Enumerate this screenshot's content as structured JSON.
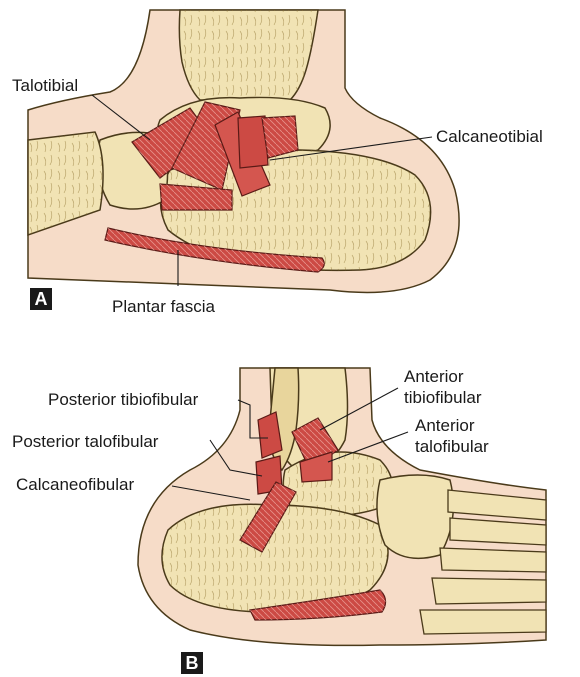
{
  "panel_a": {
    "letter": "A",
    "labels": {
      "talotibial": "Talotibial",
      "calcaneotibial": "Calcaneotibial",
      "plantar_fascia": "Plantar fascia"
    }
  },
  "panel_b": {
    "letter": "B",
    "labels": {
      "anterior_tibiofibular_1": "Anterior",
      "anterior_tibiofibular_2": "tibiofibular",
      "anterior_talofibular_1": "Anterior",
      "anterior_talofibular_2": "talofibular",
      "posterior_tibiofibular": "Posterior tibiofibular",
      "posterior_talofibular": "Posterior talofibular",
      "calcaneofibular": "Calcaneofibular"
    }
  },
  "colors": {
    "skin": "#f6dcc8",
    "bone": "#f1e3b4",
    "bone_outline": "#4a3a1a",
    "ligament": "#cc4a44",
    "ligament_light": "#e88a80",
    "leader": "#1a1a1a"
  }
}
